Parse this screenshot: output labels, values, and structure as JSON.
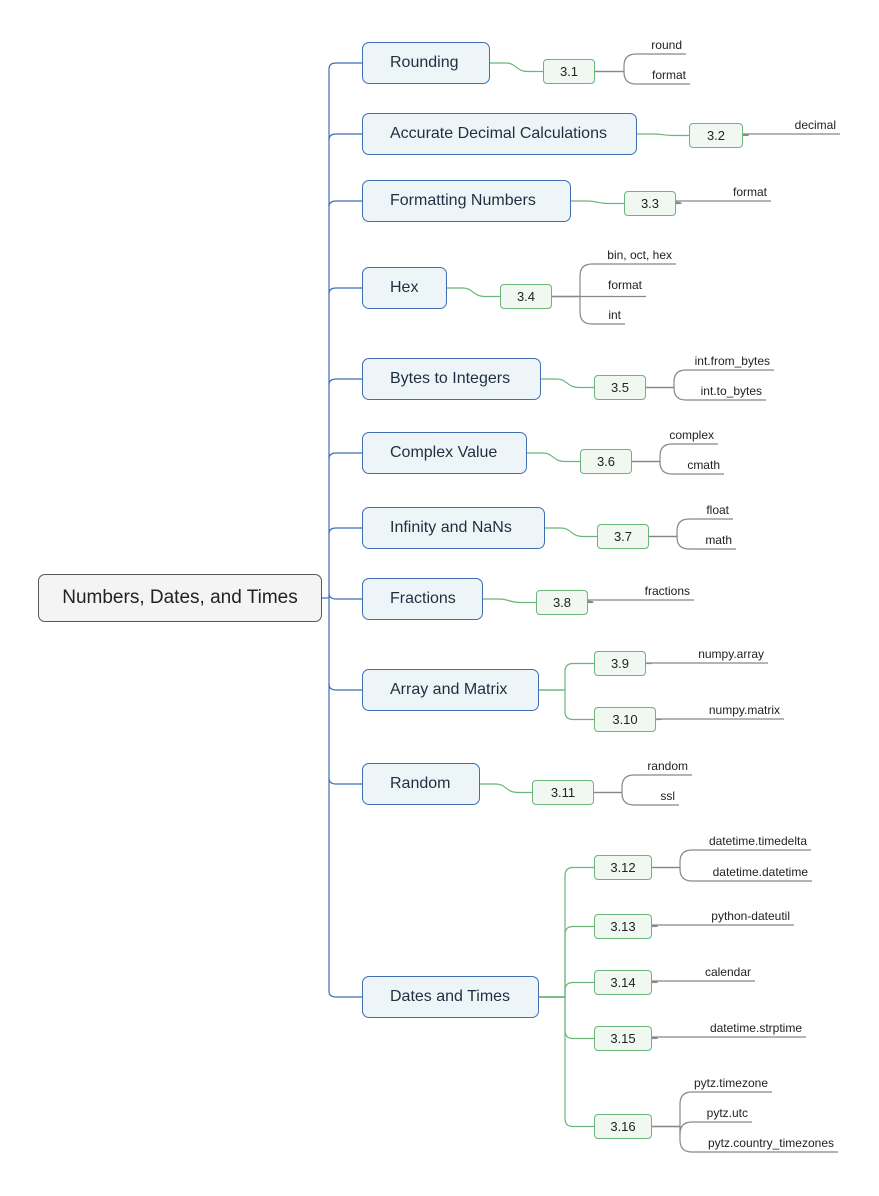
{
  "root": {
    "label": "Numbers, Dates, and Times"
  },
  "topics": [
    {
      "label": "Rounding",
      "subs": [
        {
          "label": "3.1",
          "leaves": [
            "round",
            "format"
          ]
        }
      ]
    },
    {
      "label": "Accurate Decimal Calculations",
      "subs": [
        {
          "label": "3.2",
          "leaves": [
            "decimal"
          ]
        }
      ]
    },
    {
      "label": "Formatting Numbers",
      "subs": [
        {
          "label": "3.3",
          "leaves": [
            "format"
          ]
        }
      ]
    },
    {
      "label": "Hex",
      "subs": [
        {
          "label": "3.4",
          "leaves": [
            "bin, oct, hex",
            "format",
            "int"
          ]
        }
      ]
    },
    {
      "label": "Bytes to Integers",
      "subs": [
        {
          "label": "3.5",
          "leaves": [
            "int.from_bytes",
            "int.to_bytes"
          ]
        }
      ]
    },
    {
      "label": "Complex Value",
      "subs": [
        {
          "label": "3.6",
          "leaves": [
            "complex",
            "cmath"
          ]
        }
      ]
    },
    {
      "label": "Infinity and NaNs",
      "subs": [
        {
          "label": "3.7",
          "leaves": [
            "float",
            "math"
          ]
        }
      ]
    },
    {
      "label": "Fractions",
      "subs": [
        {
          "label": "3.8",
          "leaves": [
            "fractions"
          ]
        }
      ]
    },
    {
      "label": "Array and Matrix",
      "subs": [
        {
          "label": "3.9",
          "leaves": [
            "numpy.array"
          ]
        },
        {
          "label": "3.10",
          "leaves": [
            "numpy.matrix"
          ]
        }
      ]
    },
    {
      "label": "Random",
      "subs": [
        {
          "label": "3.11",
          "leaves": [
            "random",
            "ssl"
          ]
        }
      ]
    },
    {
      "label": "Dates and Times",
      "subs": [
        {
          "label": "3.12",
          "leaves": [
            "datetime.timedelta",
            "datetime.datetime"
          ]
        },
        {
          "label": "3.13",
          "leaves": [
            "python-dateutil"
          ]
        },
        {
          "label": "3.14",
          "leaves": [
            "calendar"
          ]
        },
        {
          "label": "3.15",
          "leaves": [
            "datetime.strptime"
          ]
        },
        {
          "label": "3.16",
          "leaves": [
            "pytz.timezone",
            "pytz.utc",
            "pytz.country_timezones"
          ]
        }
      ]
    }
  ],
  "colors": {
    "topic_line": "#3f6fb0",
    "sub_line": "#6bb57b",
    "leaf_line": "#888888"
  }
}
